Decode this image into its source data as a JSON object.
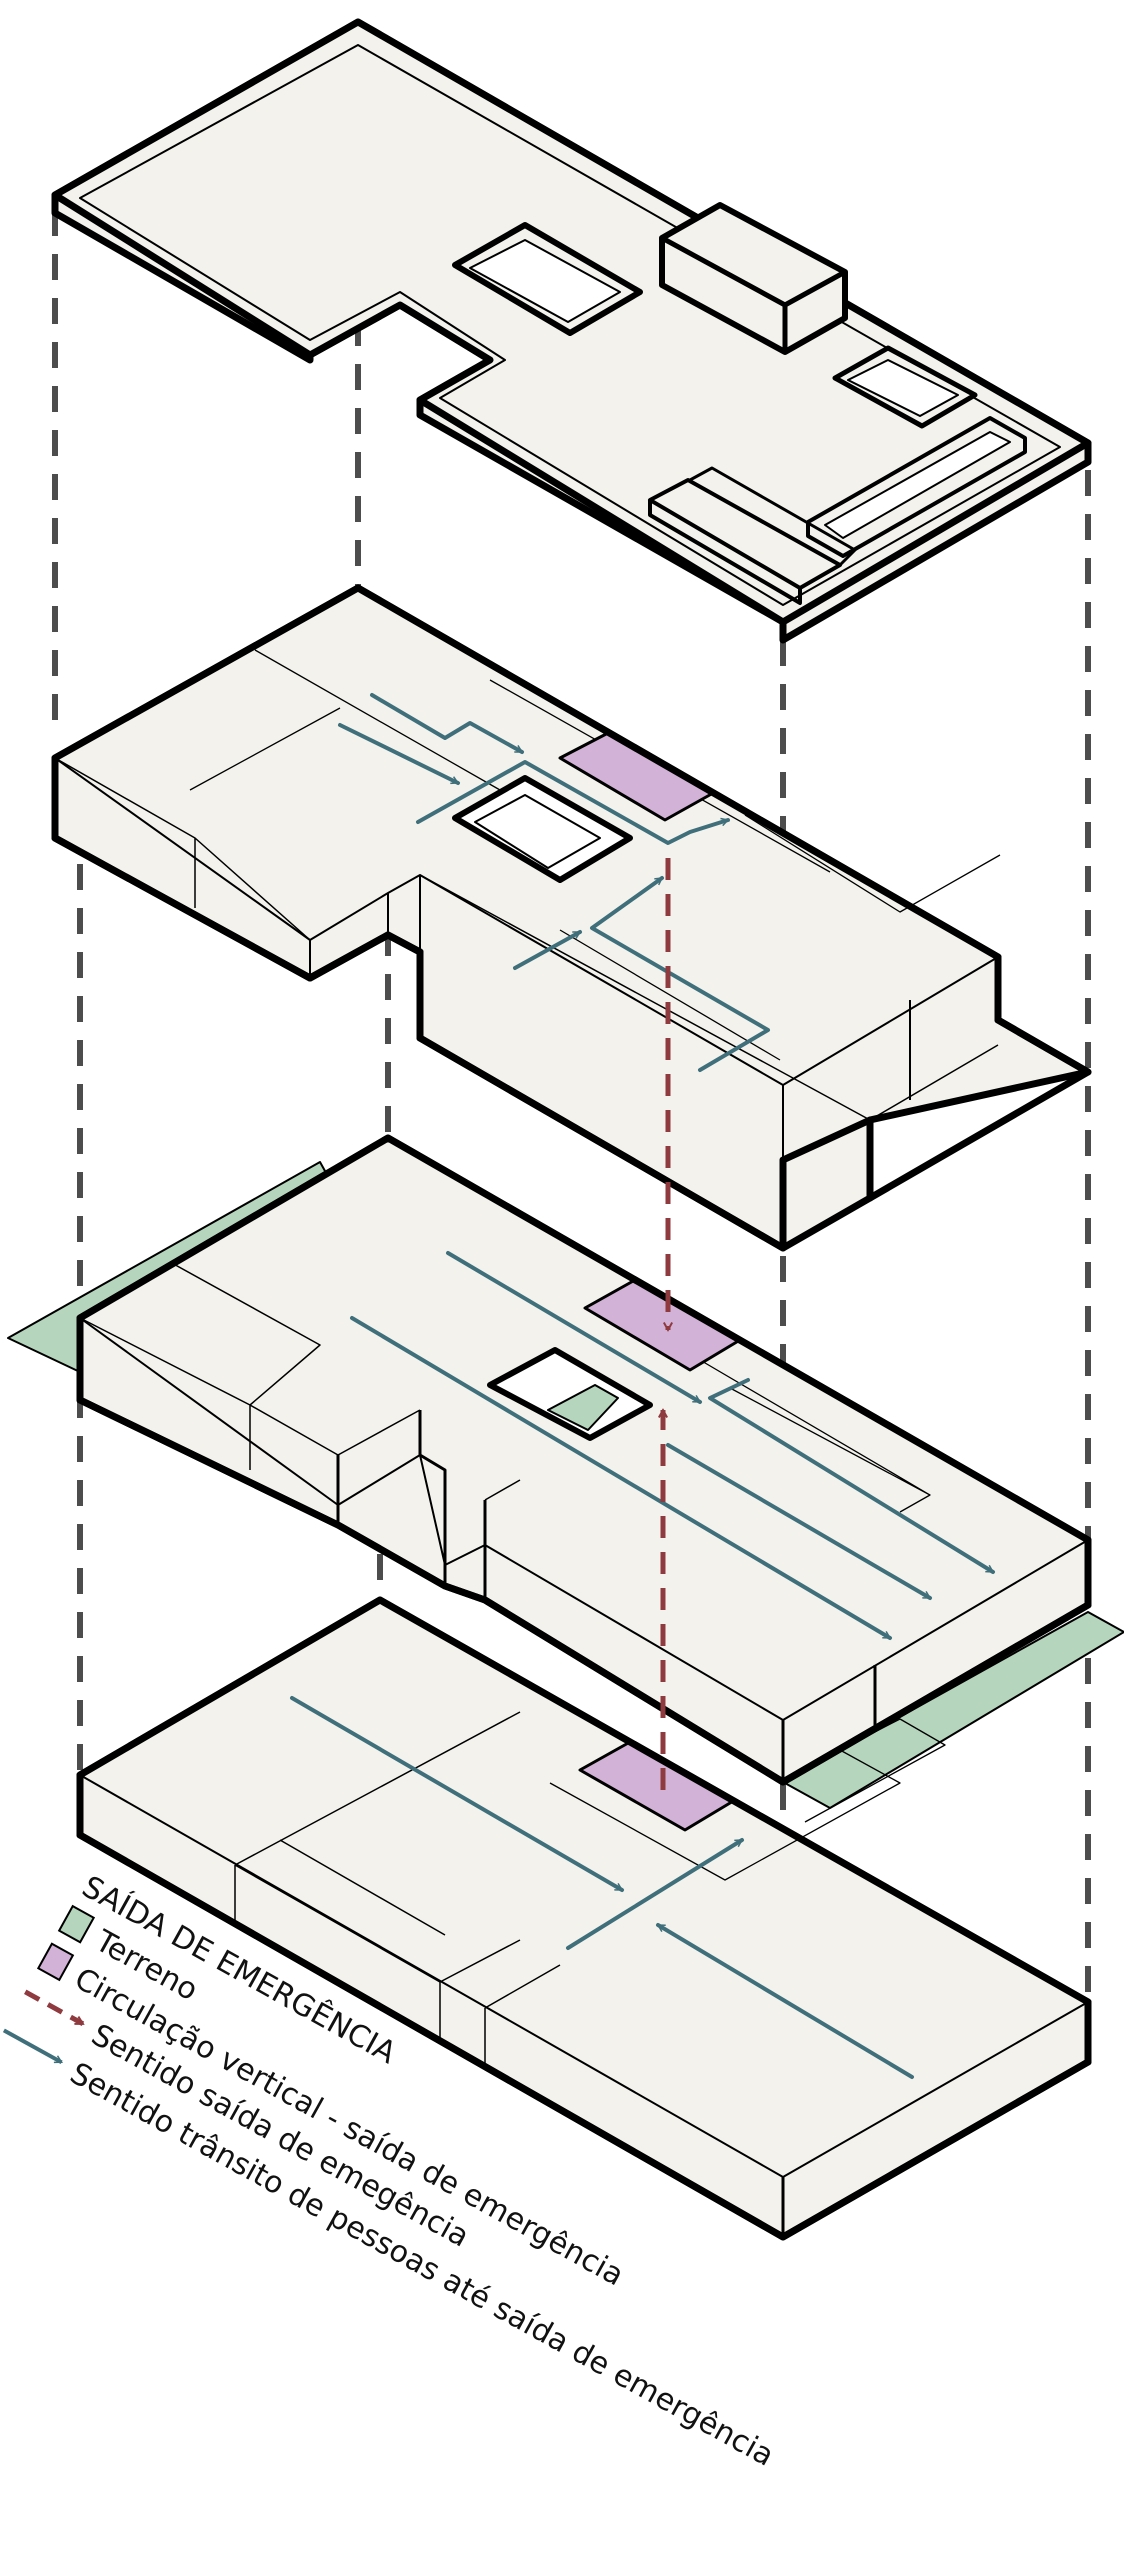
{
  "legend": {
    "title": "SAÍDA DE EMERGÊNCIA",
    "items": [
      {
        "label": "Terreno",
        "color": "#b5d6bd",
        "symbol": "swatch"
      },
      {
        "label": "Circulação vertical - saída de emergência",
        "color": "#d2b2d6",
        "symbol": "swatch"
      },
      {
        "label": "Sentido saída de emegência",
        "color": "#8e3a3f",
        "symbol": "dashed-arrow"
      },
      {
        "label": "Sentido trânsito de pessoas até saída de emergência",
        "color": "#3f6f7a",
        "symbol": "arrow"
      }
    ]
  },
  "colors": {
    "floor": "#f3f2ed",
    "outline": "#000000",
    "guide": "#4d4d4d",
    "terrain": "#b5d6bd",
    "stair": "#d2b2d6",
    "exit_path": "#8e3a3f",
    "flow": "#3f6f7a"
  }
}
